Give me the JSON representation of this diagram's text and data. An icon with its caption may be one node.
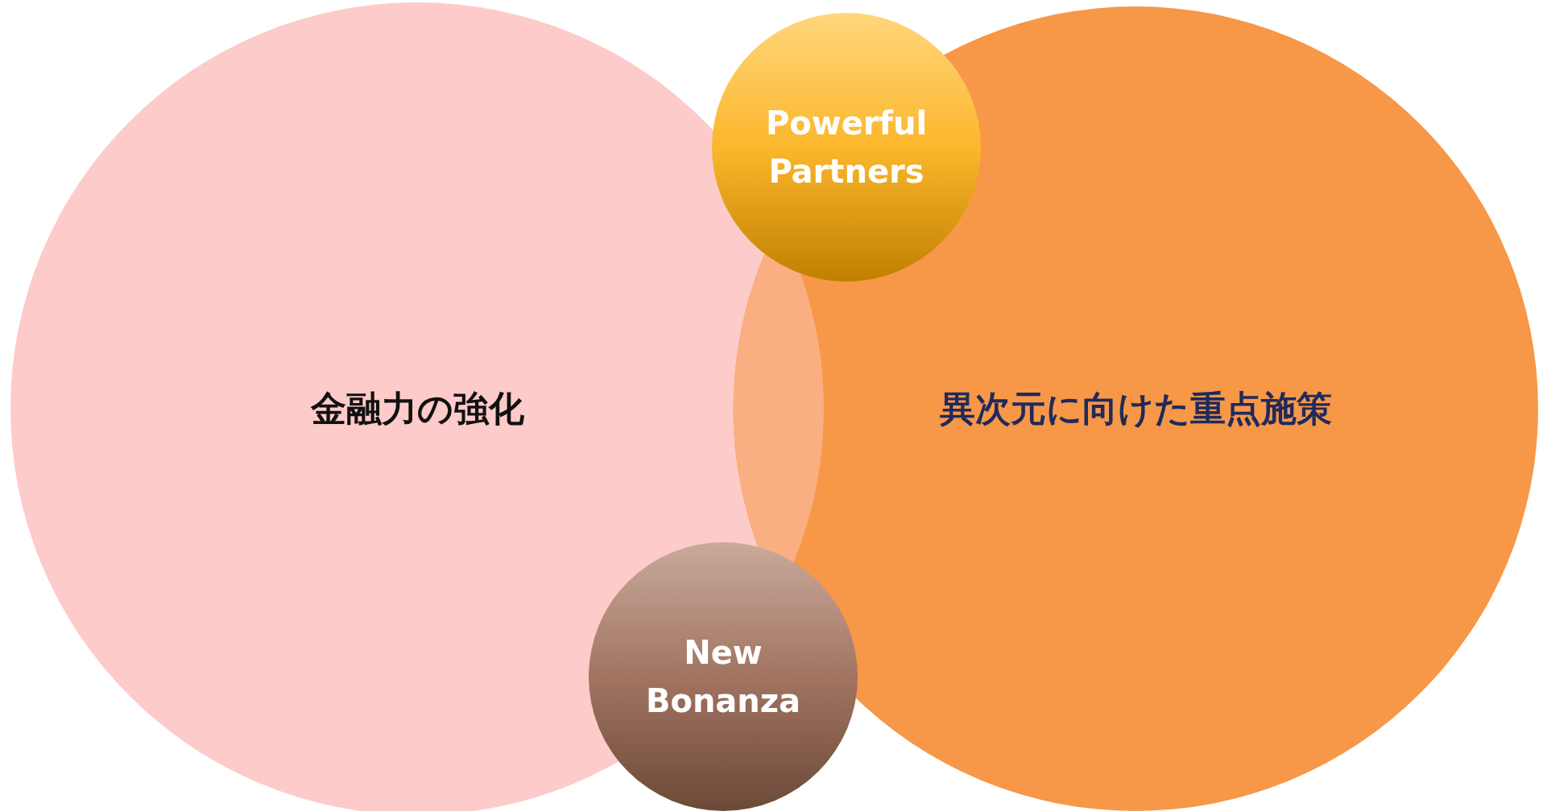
{
  "diagram": {
    "nodes": [
      {
        "text": [
          "金融力の強化"
        ]
      },
      {
        "text": [
          "異次元に向けた重点施策"
        ]
      },
      {
        "text": [
          "Powerful Partners"
        ]
      },
      {
        "text": [
          "New Bonanza"
        ]
      }
    ]
  }
}
